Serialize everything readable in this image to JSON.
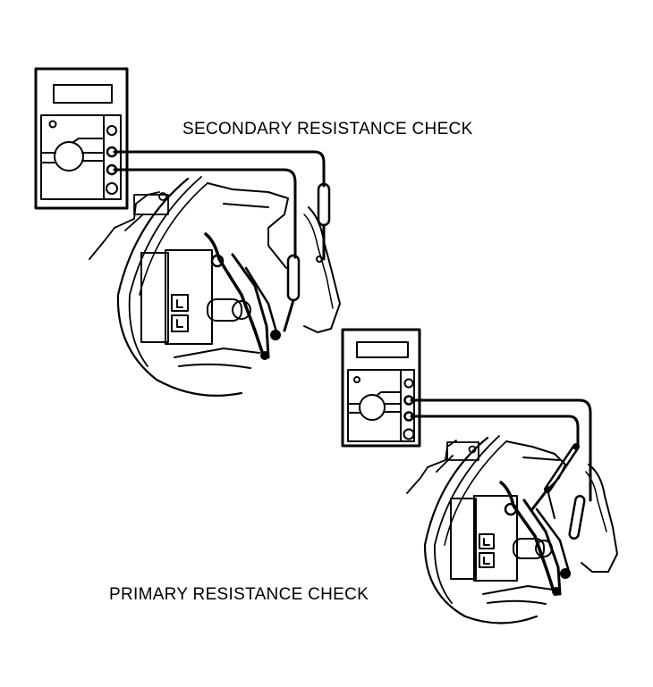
{
  "figure": {
    "subject": "ignition coil resistance checks with ohmmeter",
    "colors": {
      "ink": "#000000",
      "paper": "#ffffff"
    }
  },
  "captions": {
    "secondary": "SECONDARY RESISTANCE CHECK",
    "primary": "PRIMARY RESISTANCE CHECK"
  },
  "panels": [
    {
      "id": "secondary",
      "caption_key": "secondary",
      "meter": "ohmmeter",
      "jacks": 4,
      "leads_connected_jacks": [
        2,
        3
      ]
    },
    {
      "id": "primary",
      "caption_key": "primary",
      "meter": "ohmmeter",
      "jacks": 4,
      "leads_connected_jacks": [
        2,
        3
      ]
    }
  ]
}
